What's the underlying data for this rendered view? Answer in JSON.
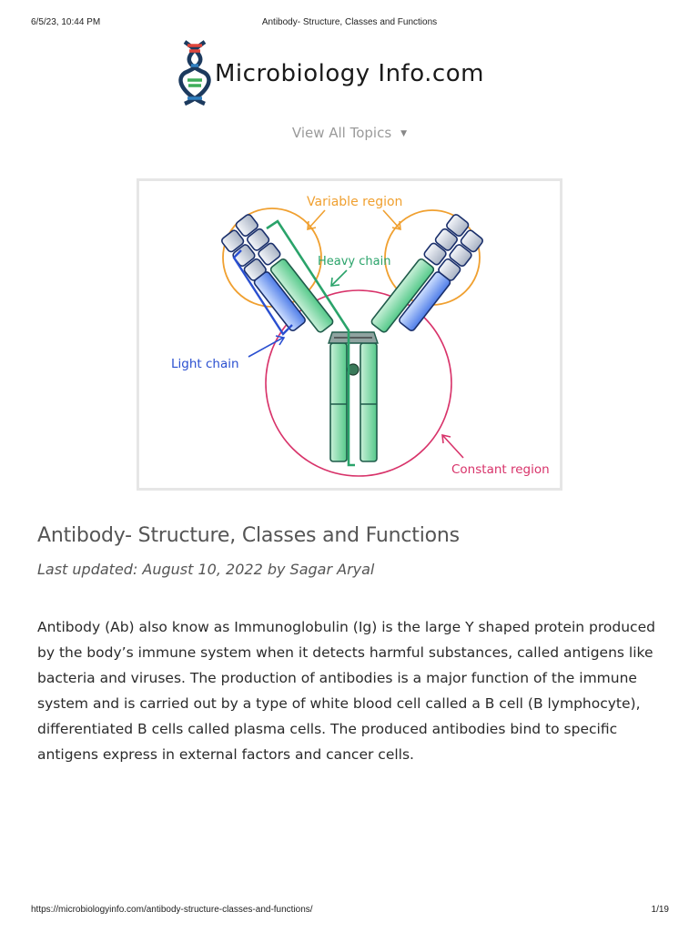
{
  "print_header": {
    "datetime": "6/5/23, 10:44 PM",
    "title": "Antibody- Structure, Classes and Functions"
  },
  "logo": {
    "text": "Microbiology Info.com",
    "icon": "dna-icon"
  },
  "nav": {
    "topics_label": "View All Topics",
    "caret": "▼"
  },
  "figure": {
    "icon": "antibody-diagram",
    "labels": {
      "variable_region": "Variable region",
      "heavy_chain": "Heavy chain",
      "light_chain": "Light chain",
      "constant_region": "Constant region"
    },
    "colors": {
      "variable": "#f0a030",
      "heavy": "#2aa36a",
      "light": "#2a4fd0",
      "constant": "#d8336a"
    }
  },
  "article": {
    "title": "Antibody- Structure, Classes and Functions",
    "meta": "Last updated: August 10, 2022 by Sagar Aryal",
    "intro": "Antibody (Ab) also know as Immunoglobulin (Ig) is the large Y shaped protein produced by the body’s immune system when it detects harmful substances, called antigens like bacteria and viruses. The production of antibodies is a major function of the immune system and is carried out by a type of white blood cell called a B cell (B lymphocyte), differentiated B cells called plasma cells. The produced antibodies bind to specific antigens express in external factors and cancer cells."
  },
  "print_footer": {
    "url": "https://microbiologyinfo.com/antibody-structure-classes-and-functions/",
    "page": "1/19"
  }
}
